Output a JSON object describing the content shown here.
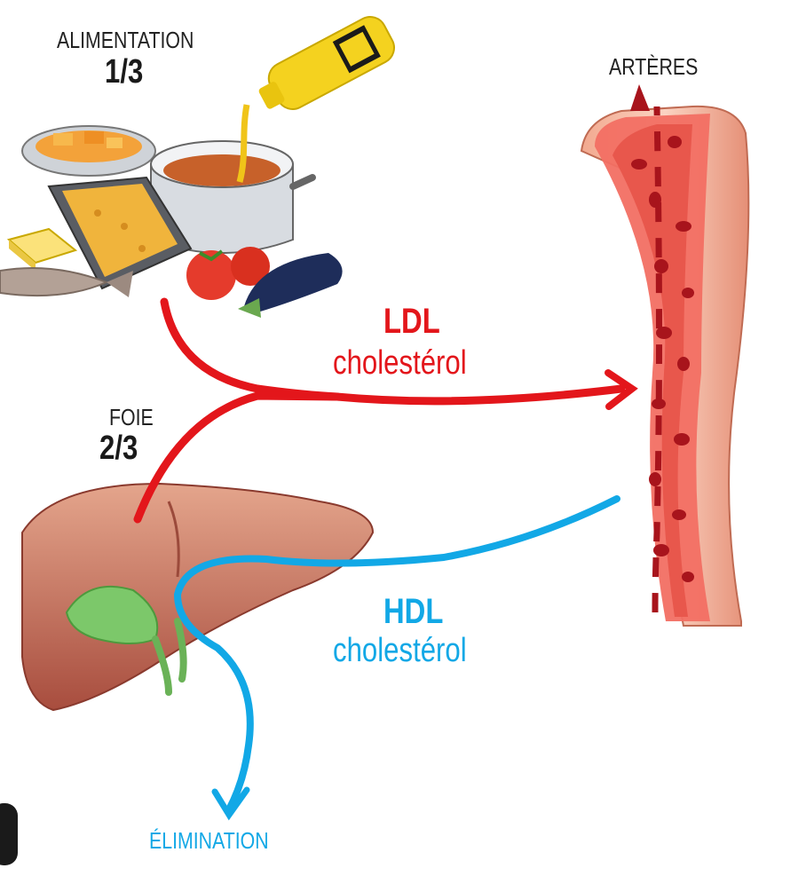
{
  "labels": {
    "alimentation": "ALIMENTATION",
    "alimentation_fraction": "1/3",
    "foie": "FOIE",
    "foie_fraction": "2/3",
    "arteres": "ARTÈRES",
    "ldl": "LDL",
    "ldl_sub": "cholestérol",
    "hdl": "HDL",
    "hdl_sub": "cholestérol",
    "elimination": "ÉLIMINATION"
  },
  "colors": {
    "ldl": "#e3161b",
    "hdl": "#12a8e6",
    "artery_outer": "#f6b9a2",
    "artery_inner": "#e8574c",
    "blood_cell": "#a8141c",
    "liver": "#c86b5a",
    "gallbladder": "#7cc86a"
  },
  "icons": [
    "food-illustration",
    "oil-bottle-icon",
    "pot-icon",
    "tomato-icon",
    "eggplant-icon",
    "fish-icon",
    "butter-icon",
    "liver-illustration",
    "gallbladder-icon",
    "artery-illustration"
  ]
}
